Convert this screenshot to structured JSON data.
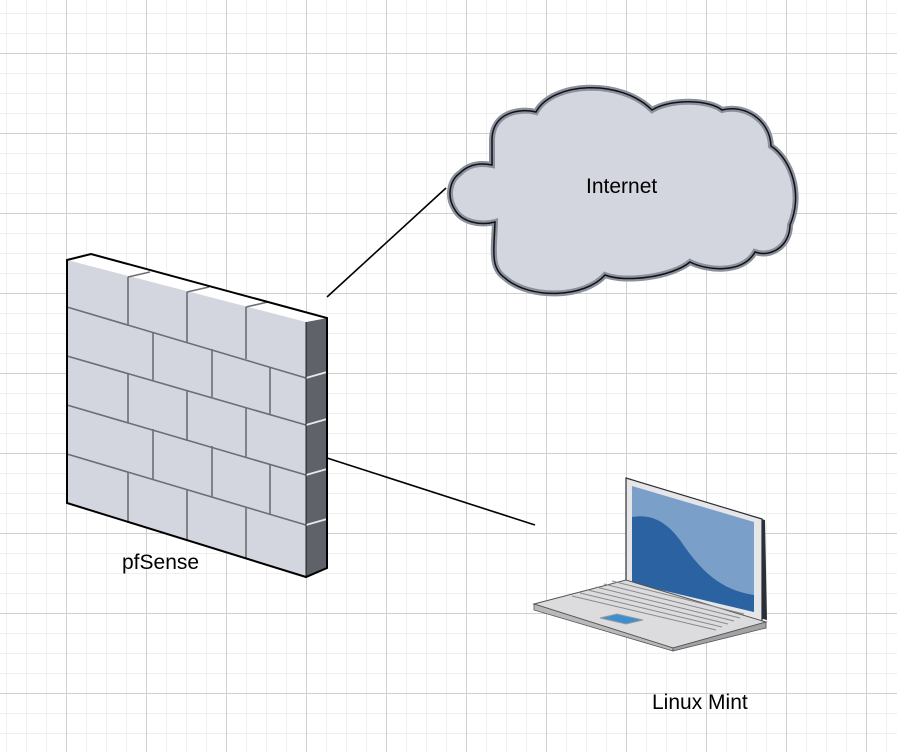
{
  "diagram": {
    "nodes": [
      {
        "id": "internet",
        "type": "cloud",
        "label": "Internet"
      },
      {
        "id": "pfsense",
        "type": "firewall",
        "label": "pfSense"
      },
      {
        "id": "linux-mint",
        "type": "laptop",
        "label": "Linux Mint"
      }
    ],
    "edges": [
      {
        "from": "pfsense",
        "to": "internet"
      },
      {
        "from": "pfsense",
        "to": "linux-mint"
      }
    ]
  },
  "colors": {
    "shape_fill": "#d3d5df",
    "shape_shadow": "#5f6269",
    "cloud_border": "#8a909d",
    "screen_light": "#7aa0c9",
    "screen_dark": "#2b63a2",
    "grid_major": "#d0d0d0",
    "grid_minor": "#efefef"
  }
}
